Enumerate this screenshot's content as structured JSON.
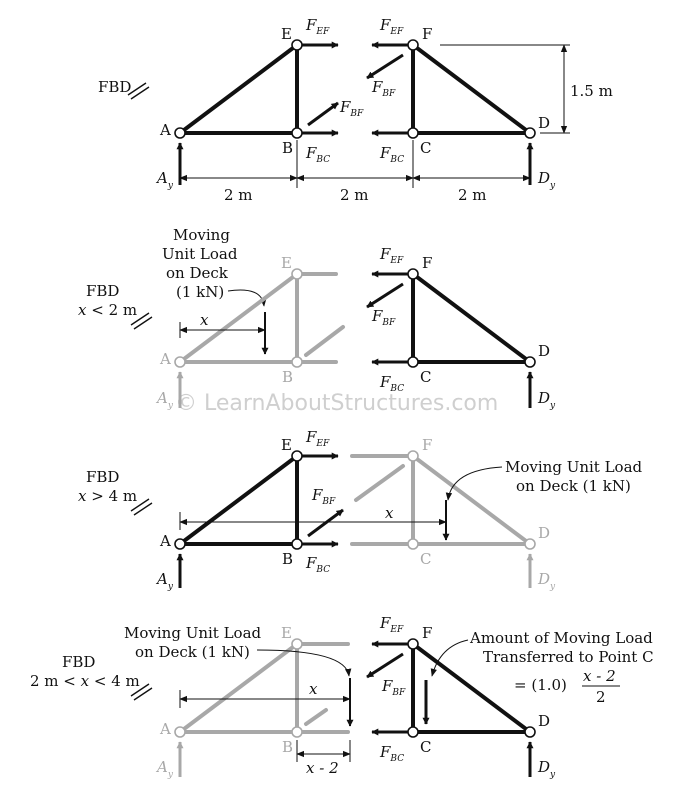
{
  "watermark": "© LearnAboutStructures.com",
  "panel1": {
    "fbd": "FBD",
    "nodes": {
      "A": "A",
      "B": "B",
      "C": "C",
      "D": "D",
      "E": "E",
      "F": "F"
    },
    "forces": {
      "F_EF": [
        "F",
        "EF"
      ],
      "F_EF2": [
        "F",
        "EF"
      ],
      "F_BF": [
        "F",
        "BF"
      ],
      "F_BF2": [
        "F",
        "BF"
      ],
      "F_BC": [
        "F",
        "BC"
      ],
      "F_BC2": [
        "F",
        "BC"
      ],
      "Ay": [
        "A",
        "y"
      ],
      "Dy": [
        "D",
        "y"
      ]
    },
    "dims": {
      "ab": "2 m",
      "bc": "2 m",
      "cd": "2 m",
      "height": "1.5 m"
    }
  },
  "panel2": {
    "fbd": "FBD",
    "cond": [
      "x",
      " < 2 m"
    ],
    "load_note": [
      "Moving",
      "Unit Load",
      "on Deck",
      "(1 kN)"
    ],
    "x": "x",
    "nodes": {
      "A": "A",
      "B": "B",
      "C": "C",
      "D": "D",
      "E": "E",
      "F": "F"
    },
    "forces": {
      "F_EF": [
        "F",
        "EF"
      ],
      "F_BF": [
        "F",
        "BF"
      ],
      "F_BC": [
        "F",
        "BC"
      ],
      "Ay": [
        "A",
        "y"
      ],
      "Dy": [
        "D",
        "y"
      ]
    }
  },
  "panel3": {
    "fbd": "FBD",
    "cond": [
      "x",
      " > 4 m"
    ],
    "load_note": [
      "Moving Unit Load",
      "on Deck (1 kN)"
    ],
    "x": "x",
    "nodes": {
      "A": "A",
      "B": "B",
      "C": "C",
      "D": "D",
      "E": "E",
      "F": "F"
    },
    "forces": {
      "F_EF": [
        "F",
        "EF"
      ],
      "F_BF": [
        "F",
        "BF"
      ],
      "F_BC": [
        "F",
        "BC"
      ],
      "Ay": [
        "A",
        "y"
      ],
      "Dy": [
        "D",
        "y"
      ]
    }
  },
  "panel4": {
    "fbd": "FBD",
    "cond": [
      "2 m < ",
      "x",
      " < 4 m"
    ],
    "load_note": [
      "Moving Unit Load",
      "on Deck (1 kN)"
    ],
    "transfer_note": [
      "Amount of Moving Load",
      "Transferred to Point C"
    ],
    "formula": {
      "prefix": "= (1.0)",
      "num": "x - 2",
      "den": "2"
    },
    "x": "x",
    "x2": "x - 2",
    "nodes": {
      "A": "A",
      "B": "B",
      "C": "C",
      "D": "D",
      "E": "E",
      "F": "F"
    },
    "forces": {
      "F_EF": [
        "F",
        "EF"
      ],
      "F_BF": [
        "F",
        "BF"
      ],
      "F_BC": [
        "F",
        "BC"
      ],
      "Ay": [
        "A",
        "y"
      ],
      "Dy": [
        "D",
        "y"
      ]
    }
  },
  "colors": {
    "active": "#111111",
    "inactive": "#a8a8a8"
  }
}
